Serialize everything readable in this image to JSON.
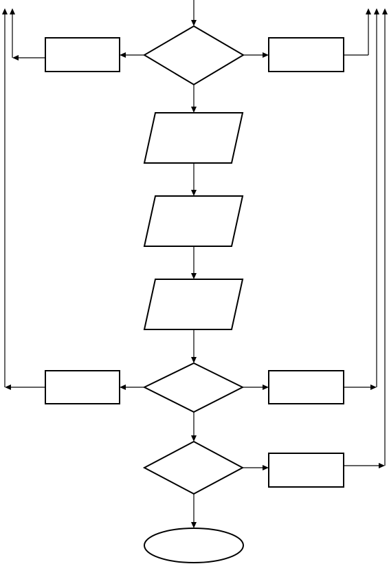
{
  "diagram": {
    "type": "flowchart",
    "nodes": [
      {
        "id": "decision-1",
        "shape": "diamond",
        "label": ""
      },
      {
        "id": "process-left-1",
        "shape": "rectangle",
        "label": ""
      },
      {
        "id": "process-right-1",
        "shape": "rectangle",
        "label": ""
      },
      {
        "id": "io-1",
        "shape": "parallelogram",
        "label": ""
      },
      {
        "id": "io-2",
        "shape": "parallelogram",
        "label": ""
      },
      {
        "id": "io-3",
        "shape": "parallelogram",
        "label": ""
      },
      {
        "id": "decision-2",
        "shape": "diamond",
        "label": ""
      },
      {
        "id": "process-left-2",
        "shape": "rectangle",
        "label": ""
      },
      {
        "id": "process-right-2",
        "shape": "rectangle",
        "label": ""
      },
      {
        "id": "decision-3",
        "shape": "diamond",
        "label": ""
      },
      {
        "id": "process-right-3",
        "shape": "rectangle",
        "label": ""
      },
      {
        "id": "terminal-end",
        "shape": "ellipse",
        "label": ""
      }
    ],
    "edges": [
      {
        "from": "entry",
        "to": "decision-1"
      },
      {
        "from": "decision-1",
        "to": "process-left-1"
      },
      {
        "from": "decision-1",
        "to": "process-right-1"
      },
      {
        "from": "decision-1",
        "to": "io-1"
      },
      {
        "from": "io-1",
        "to": "io-2"
      },
      {
        "from": "io-2",
        "to": "io-3"
      },
      {
        "from": "io-3",
        "to": "decision-2"
      },
      {
        "from": "decision-2",
        "to": "process-left-2"
      },
      {
        "from": "decision-2",
        "to": "process-right-2"
      },
      {
        "from": "decision-2",
        "to": "decision-3"
      },
      {
        "from": "decision-3",
        "to": "process-right-3"
      },
      {
        "from": "decision-3",
        "to": "terminal-end"
      },
      {
        "from": "process-left-1",
        "to": "exit-top-left"
      },
      {
        "from": "process-left-2",
        "to": "exit-top-left"
      },
      {
        "from": "process-right-1",
        "to": "exit-top-right"
      },
      {
        "from": "process-right-2",
        "to": "exit-top-right"
      },
      {
        "from": "process-right-3",
        "to": "exit-top-right"
      }
    ]
  }
}
